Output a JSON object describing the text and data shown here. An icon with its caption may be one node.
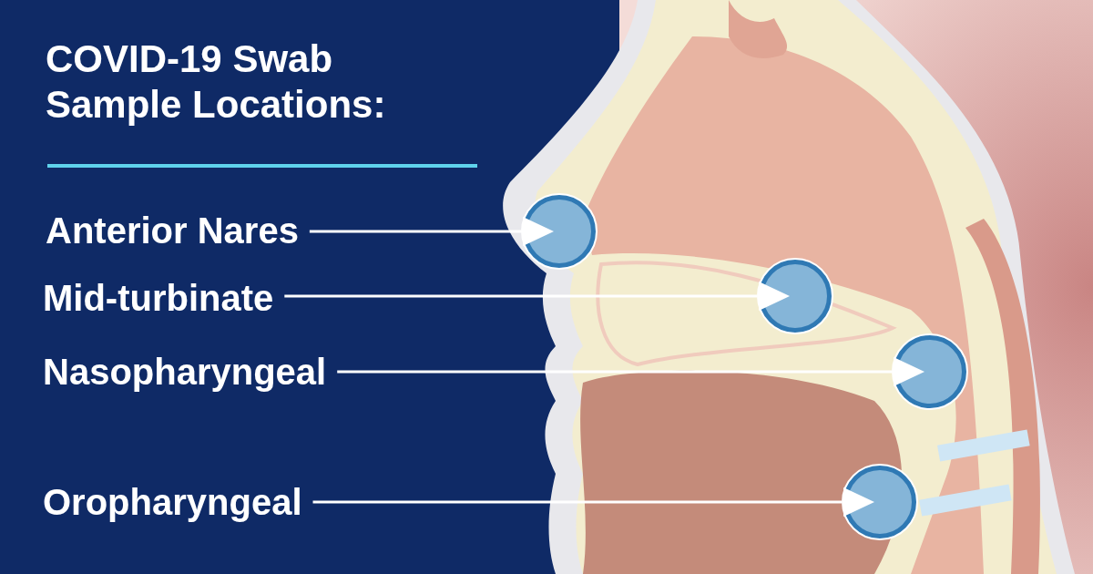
{
  "diagram": {
    "title": "COVID-19 Swab Sample Locations:",
    "nodes": [
      {
        "text": [
          "Anterior Nares"
        ]
      },
      {
        "text": [
          "Mid-turbinate"
        ]
      },
      {
        "text": [
          "Nasopharyngeal"
        ]
      },
      {
        "text": [
          "Oropharyngeal"
        ]
      },
      {
        "text": [],
        "shape": "circle"
      },
      {
        "text": [],
        "shape": "circle"
      },
      {
        "text": [],
        "shape": "circle"
      },
      {
        "text": [],
        "shape": "circle"
      }
    ],
    "edges": [
      {
        "from": 0,
        "to": 4,
        "arrow": "to"
      },
      {
        "from": 1,
        "to": 5,
        "arrow": "to"
      },
      {
        "from": 2,
        "to": 6,
        "arrow": "to"
      },
      {
        "from": 3,
        "to": 7,
        "arrow": "to"
      }
    ]
  }
}
